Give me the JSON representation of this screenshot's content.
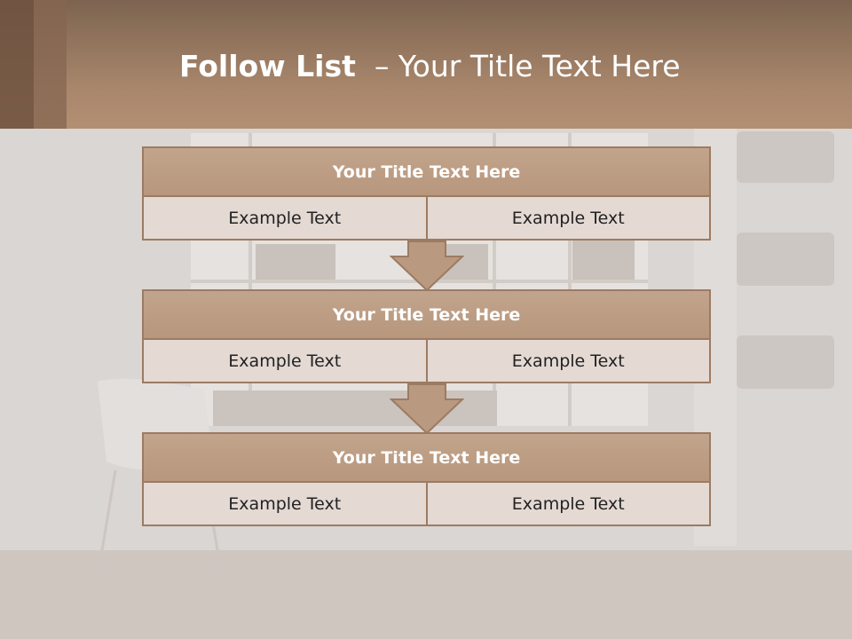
{
  "slide": {
    "title_bold": "Follow List",
    "title_rest": "– Your Title Text Here"
  },
  "blocks": [
    {
      "heading": "Your Title Text Here",
      "left": "Example Text",
      "right": "Example Text"
    },
    {
      "heading": "Your Title Text Here",
      "left": "Example Text",
      "right": "Example Text"
    },
    {
      "heading": "Your Title Text Here",
      "left": "Example Text",
      "right": "Example Text"
    }
  ],
  "colors": {
    "header_brown": "#a9876c",
    "block_heading": "#b9997f",
    "block_cell": "#e4d9d3",
    "border": "#9c7b63"
  }
}
